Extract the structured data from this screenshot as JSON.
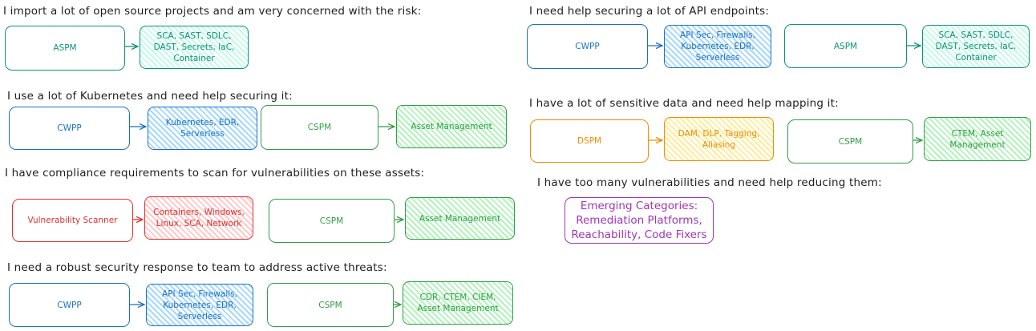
{
  "colors": {
    "teal": "#0c9277",
    "blue": "#1971c2",
    "green": "#2f9e44",
    "red": "#e03131",
    "orange": "#f08c00",
    "purple": "#9c36b5",
    "teal_fill": "#c3fae8",
    "blue_fill": "#a5d8ff",
    "green_fill": "#b2f2bb",
    "red_fill": "#ffc9c9",
    "orange_fill": "#ffec99"
  },
  "headings": {
    "open_source": "I import a lot of open source projects and am very concerned with the risk:",
    "kubernetes": "I use a lot of Kubernetes and need help securing it:",
    "compliance": "I have compliance requirements to scan for vulnerabilities on these assets:",
    "threats": "I need a robust security response to team to address active threats:",
    "api": "I need help securing a lot of API endpoints:",
    "sensitive_data": "I have a lot of sensitive data and need help mapping it:",
    "vulnerabilities": "I have too many vulnerabilities and need help reducing them:"
  },
  "boxes": {
    "os_aspm": "ASPM",
    "os_sca": "SCA, SAST, SDLC, DAST, Secrets, IaC, Container",
    "k8s_cwpp": "CWPP",
    "k8s_kubernetes": "Kubernetes, EDR, Serverless",
    "k8s_cspm": "CSPM",
    "k8s_asset": "Asset Management",
    "comp_scanner": "Vulnerability Scanner",
    "comp_containers": "Containers, Windows, Linux, SCA, Network",
    "comp_cspm": "CSPM",
    "comp_asset": "Asset Management",
    "thr_cwpp": "CWPP",
    "thr_api": "API Sec, Firewalls, Kubernetes, EDR, Serverless",
    "thr_cspm": "CSPM",
    "thr_cdr": "CDR, CTEM, CIEM, Asset Management",
    "api_cwpp": "CWPP",
    "api_apisec": "API Sec, Firewalls, Kubernetes, EDR, Serverless",
    "api_aspm": "ASPM",
    "api_sca": "SCA, SAST, SDLC, DAST, Secrets, IaC, Container",
    "sd_dspm": "DSPM",
    "sd_dam": "DAM, DLP, Tagging, Aliasing",
    "sd_cspm": "CSPM",
    "sd_ctem": "CTEM, Asset Management",
    "vuln_emerging": "Emerging Categories: Remediation Platforms, Reachability, Code Fixers"
  }
}
